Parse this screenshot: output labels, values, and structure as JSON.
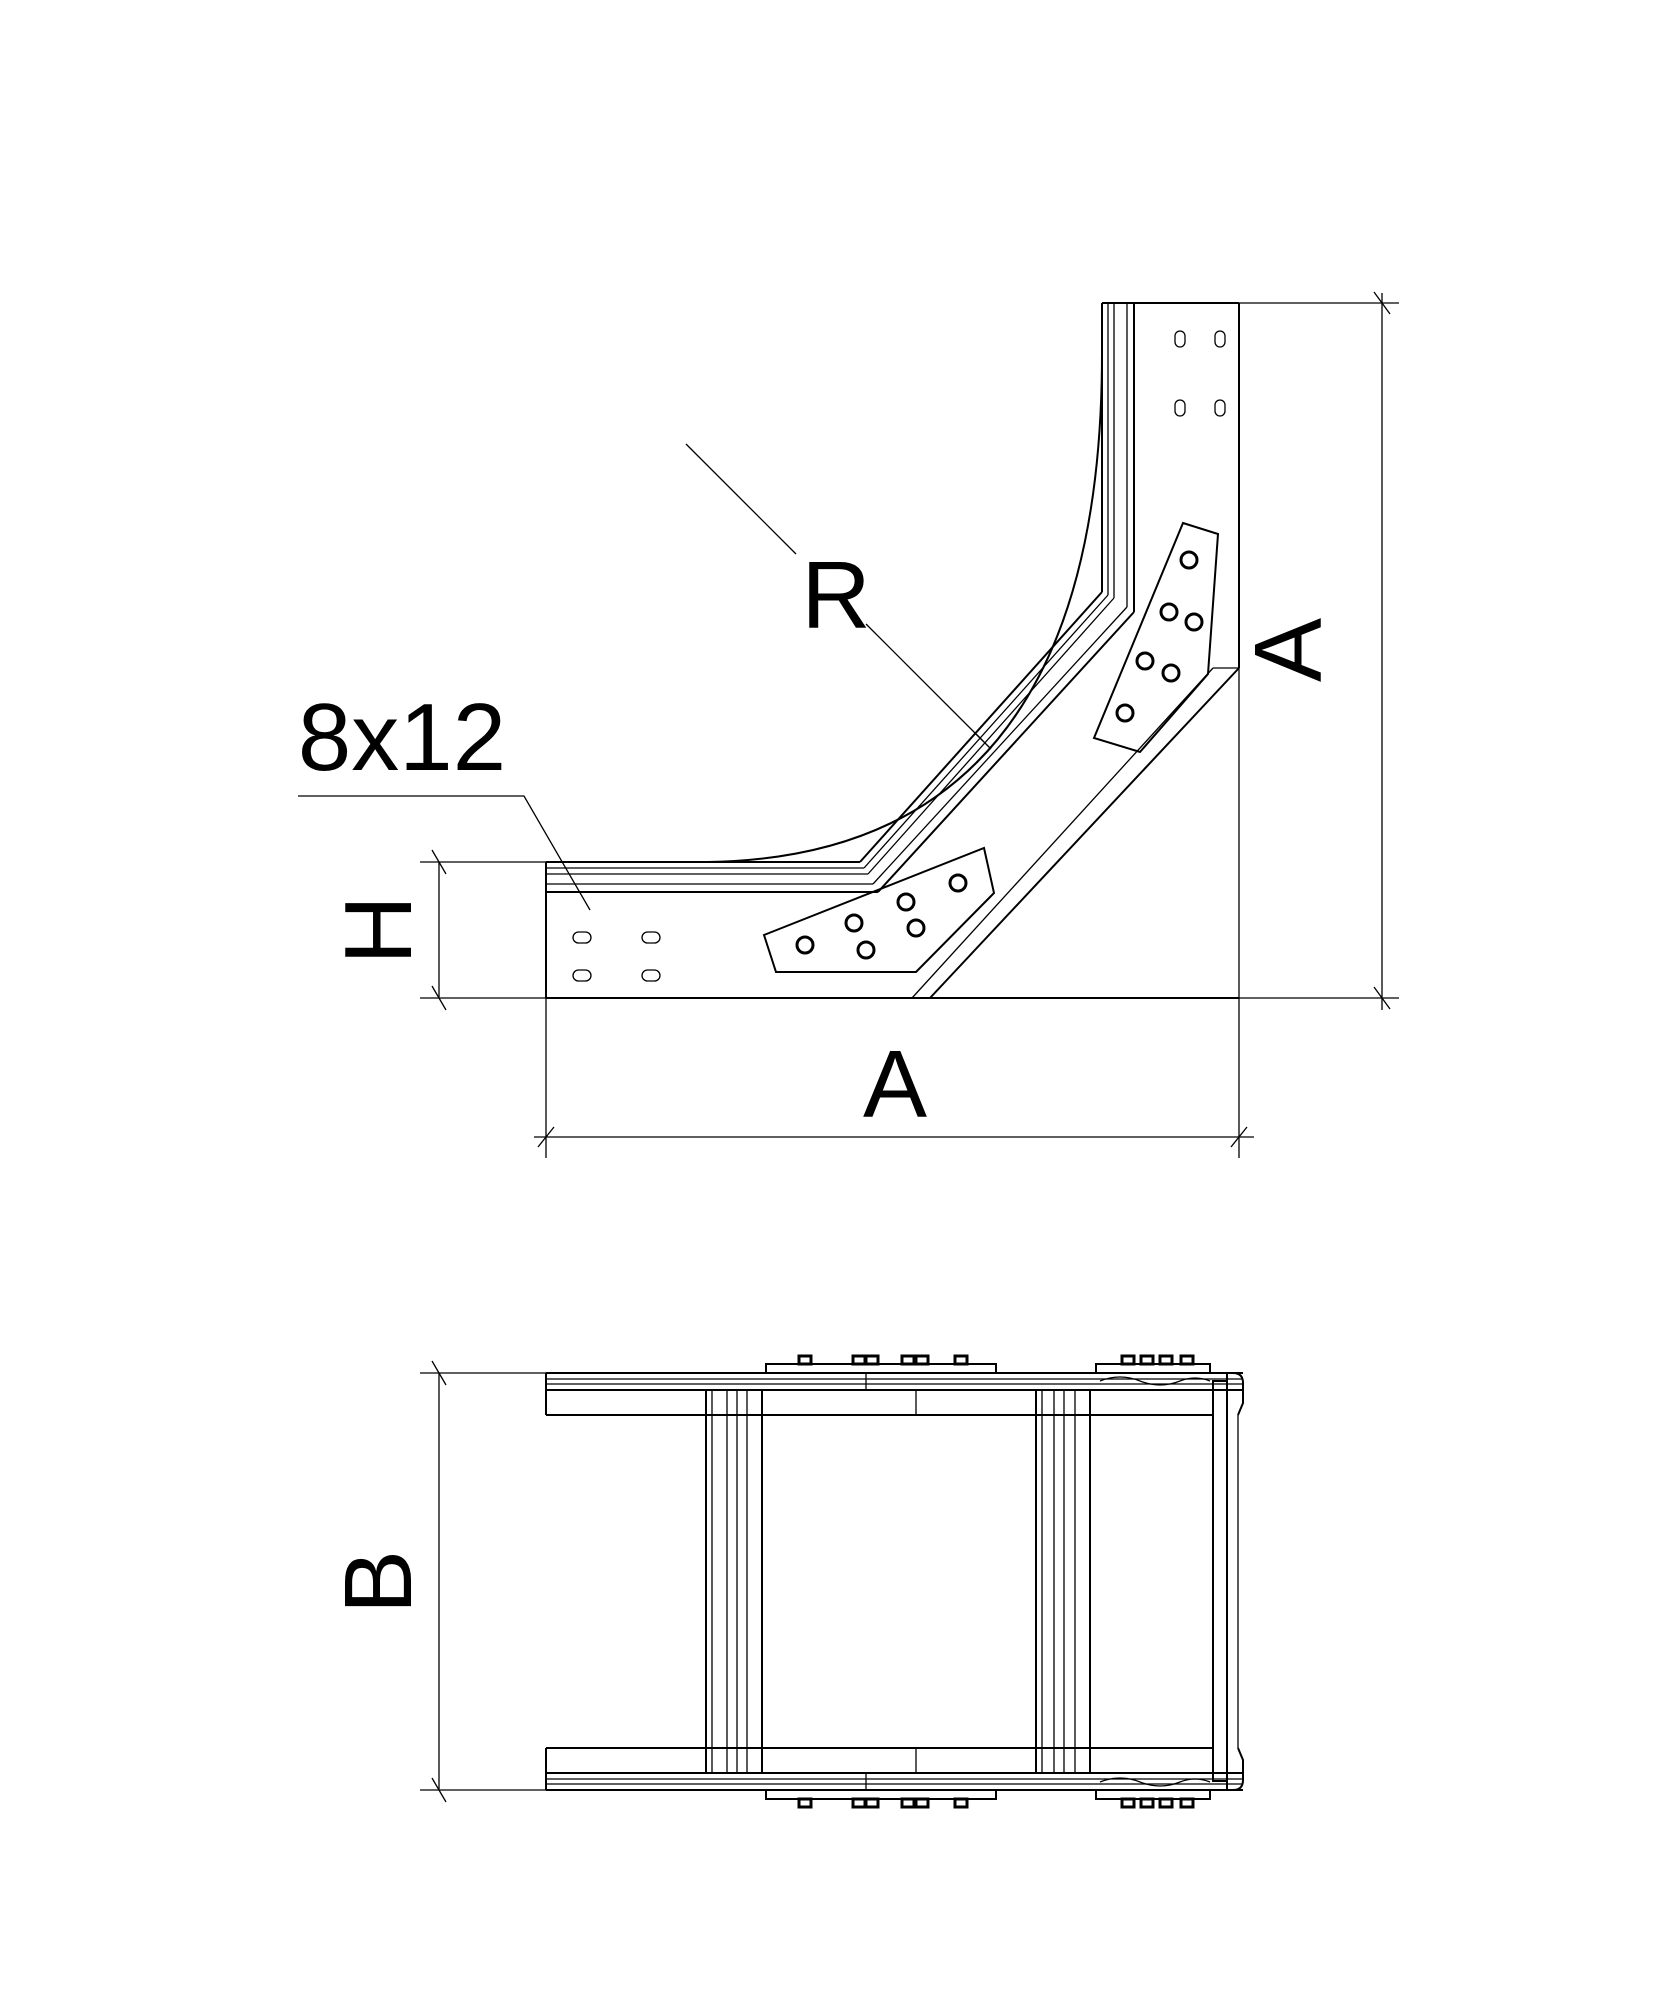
{
  "drawing": {
    "labels": {
      "radius": "R",
      "slot_size": "8x12",
      "height": "H",
      "side_a_horizontal": "A",
      "side_a_vertical": "A",
      "width": "B"
    }
  }
}
